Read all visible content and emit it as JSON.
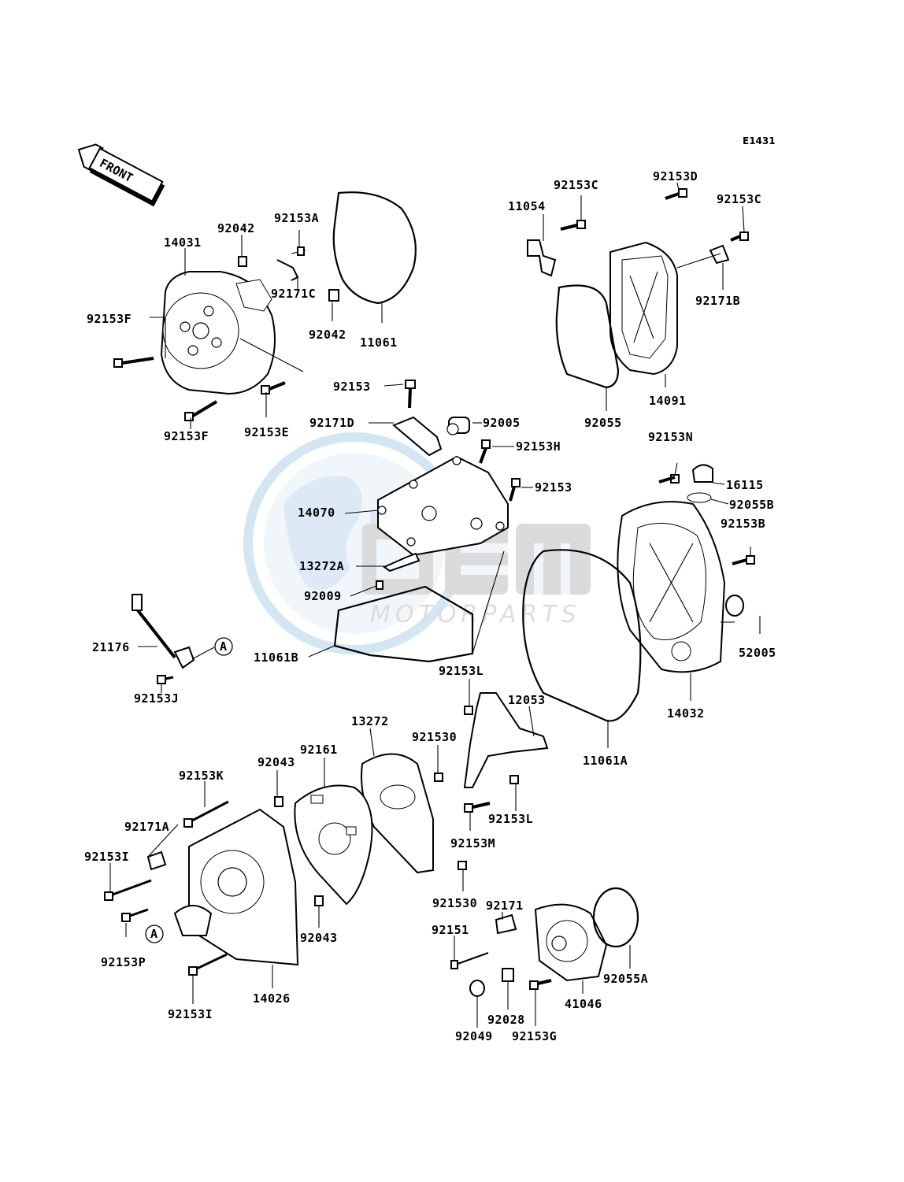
{
  "diagram_code": "E1431",
  "direction_tag": "FRONT",
  "watermark": {
    "brand": "OEM",
    "sub": "MOTORPARTS"
  },
  "callout_marker": "A",
  "labels": {
    "p14031": "14031",
    "p92042a": "92042",
    "p92153A": "92153A",
    "p92171C": "92171C",
    "p92042b": "92042",
    "p11061": "11061",
    "p92153F1": "92153F",
    "p92153F2": "92153F",
    "p92153E": "92153E",
    "p11054": "11054",
    "p92153C1": "92153C",
    "p92153D": "92153D",
    "p92153C2": "92153C",
    "p92171B": "92171B",
    "p14091": "14091",
    "p92055": "92055",
    "p92153a": "92153",
    "p92171D": "92171D",
    "p92005": "92005",
    "p92153H": "92153H",
    "p92153b": "92153",
    "p14070": "14070",
    "p13272A": "13272A",
    "p92009": "92009",
    "p11061B": "11061B",
    "p92153N": "92153N",
    "p16115": "16115",
    "p92055B": "92055B",
    "p92153B": "92153B",
    "p52005": "52005",
    "p14032": "14032",
    "p11061A": "11061A",
    "p21176": "21176",
    "p92153J": "92153J",
    "p92153L1": "92153L",
    "p12053": "12053",
    "p92153L2": "92153L",
    "p92153M": "92153M",
    "p13272": "13272",
    "p921530a": "921530",
    "p921530b": "921530",
    "p92161": "92161",
    "p92043a": "92043",
    "p92153K": "92153K",
    "p92171A": "92171A",
    "p92153I1": "92153I",
    "p92153P": "92153P",
    "p92043b": "92043",
    "p14026": "14026",
    "p92153I2": "92153I",
    "p92171": "92171",
    "p92151": "92151",
    "p92055A": "92055A",
    "p41046": "41046",
    "p92028": "92028",
    "p92049": "92049",
    "p92153G": "92153G"
  }
}
